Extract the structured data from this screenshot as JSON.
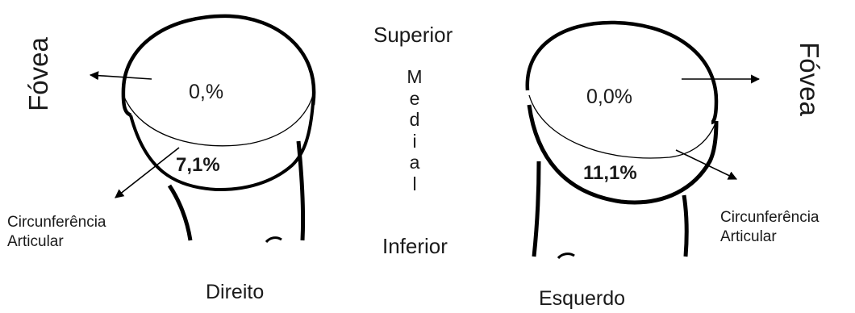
{
  "labels": {
    "superior": "Superior",
    "medial": "Medial",
    "inferior": "Inferior"
  },
  "right_side": {
    "caption": "Direito",
    "fovea": "Fóvea",
    "fovea_percent": "0,%",
    "articular_percent": "7,1%",
    "articular_label_line1": "Circunferência",
    "articular_label_line2": "Articular"
  },
  "left_side": {
    "caption": "Esquerdo",
    "fovea": "Fóvea",
    "fovea_percent": "0,0%",
    "articular_percent": "11,1%",
    "articular_label_line1": "Circunferência",
    "articular_label_line2": "Articular"
  },
  "colors": {
    "line": "#000000",
    "text": "#1a1a1a",
    "background": "#ffffff"
  }
}
